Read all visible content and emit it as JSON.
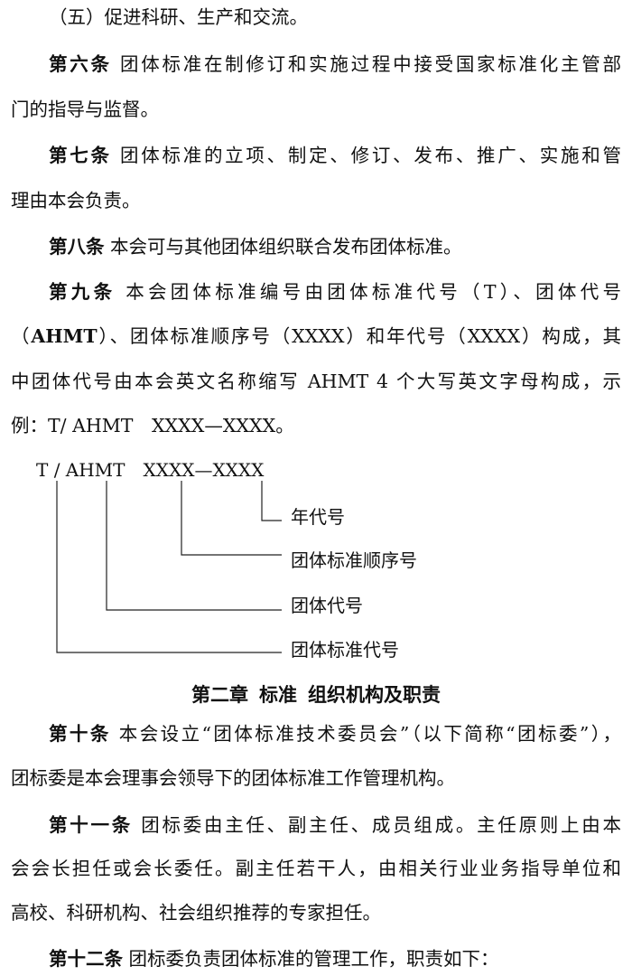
{
  "lines": {
    "l1": "（五）促进科研、生产和交流。",
    "a6_label": "第六条",
    "a6_l1": "团体标准在制修订和实施过程中接受国家标准化主管部",
    "a6_l2": "门的指导与监督。",
    "a7_label": "第七条",
    "a7_l1": "团体标准的立项、制定、修订、发布、推广、实施和管",
    "a7_l2": "理由本会负责。",
    "a8_label": "第八条",
    "a8_l1": "本会可与其他团体组织联合发布团体标准。",
    "a9_label": "第九条",
    "a9_l1": "本会团体标准编号由团体标准代号（T）、团体代号",
    "a9_l2_open": "（",
    "a9_l2_bold": "AHMT",
    "a9_l2_rest": "）、团体标准顺序号（XXXX）和年代号（XXXX）构成，其",
    "a9_l3": "中团体代号由本会英文名称缩写 AHMT 4 个大写英文字母构成，示",
    "a9_l4": "例：T/ AHMT　XXXX—XXXX。"
  },
  "diagram": {
    "code": "T / AHMT　XXXX—XXXX",
    "labels": [
      "年代号",
      "团体标准顺序号",
      "团体代号",
      "团体标准代号"
    ]
  },
  "chapter": {
    "part1": "第二章",
    "part2": "标准",
    "part3": "组织机构及职责"
  },
  "articles": {
    "a10_label": "第十条",
    "a10_l1": "本会设立“团体标准技术委员会”（以下简称“团标委”），",
    "a10_l2": "团标委是本会理事会领导下的团体标准工作管理机构。",
    "a11_label": "第十一条",
    "a11_l1": "团标委由主任、副主任、成员组成。主任原则上由本",
    "a11_l2": "会会长担任或会长委任。副主任若干人，由相关行业业务指导单位和",
    "a11_l3": "高校、科研机构、社会组织推荐的专家担任。",
    "a12_label": "第十二条",
    "a12_l1": "团标委负责团体标准的管理工作，职责如下："
  }
}
